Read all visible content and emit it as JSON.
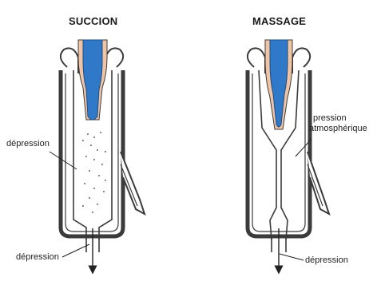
{
  "succion": {
    "title": "SUCCION",
    "label_upper": "dépression",
    "label_lower": "dépression"
  },
  "massage": {
    "title": "MASSAGE",
    "label_pressure_line1": "pression",
    "label_pressure_line2": "atmosphérique",
    "label_lower": "dépression"
  },
  "colors": {
    "teat_blue": "#2f79c8",
    "skin": "#f2c4a6",
    "shell": "#3b3b3b",
    "liner_fill": "#ffffff"
  }
}
